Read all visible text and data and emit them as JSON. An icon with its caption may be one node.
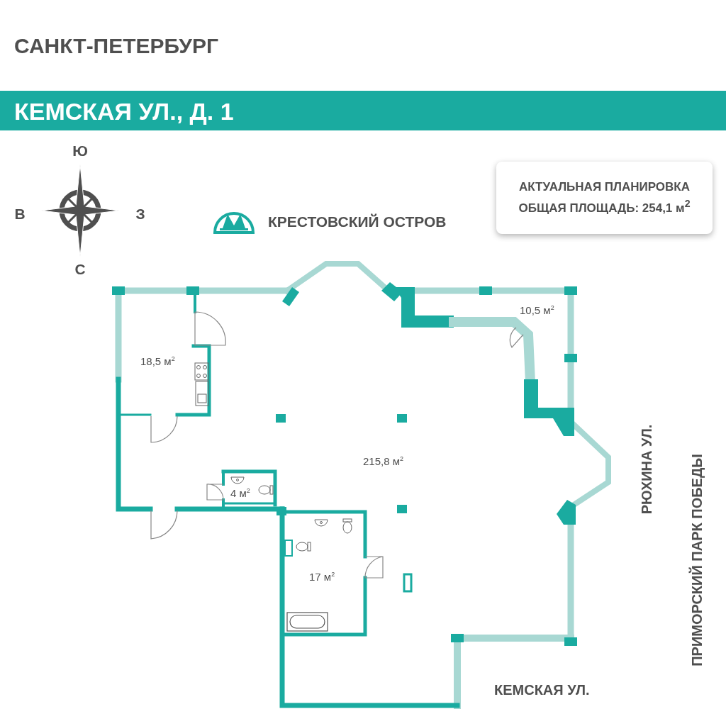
{
  "diagram": {
    "title": "КЕМСКАЯ УЛ., Д. 1",
    "nodes": [
      {
        "text": [
          "АКТУАЛЬНАЯ ПЛАНИРОВКА ОБЩАЯ ПЛОЩАДЬ: 254,1 м$^{2}$"
        ]
      }
    ],
    "labels": [
      "САНКТ-ПЕТЕРБУРГ",
      "Ю",
      "В",
      "З",
      "С",
      "КРЕСТОВСКИЙ ОСТРОВ",
      "10,5 м$^{2}$",
      "18,5 м$^{2}$",
      "215,8 м$^{2}$",
      "4 м$^{2}$",
      "17 м$^{2}$",
      "РЮХИНА УЛ.",
      "ПРИМОРСКИЙ ПАРК ПОБЕДЫ",
      "КЕМСКАЯ УЛ."
    ]
  }
}
